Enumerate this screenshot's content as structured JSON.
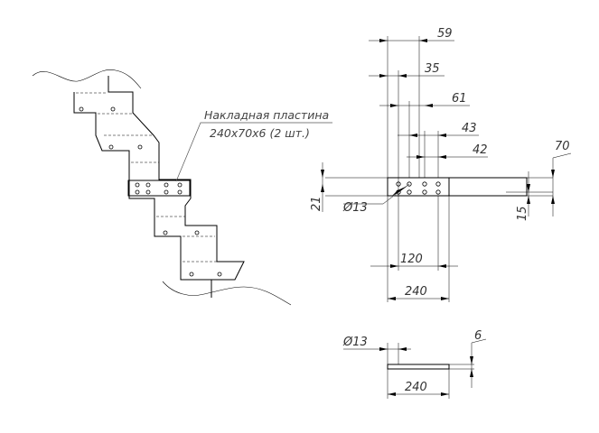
{
  "annotation": {
    "line1": "Накладная пластина",
    "line2": "240х70х6 (2 шт.)"
  },
  "front_view": {
    "dims": {
      "d59": "59",
      "d35": "35",
      "d61": "61",
      "d43": "43",
      "d42": "42",
      "d70": "70",
      "d21": "21",
      "d15": "15",
      "hole": "Ø13",
      "d120": "120",
      "d240": "240"
    }
  },
  "side_view": {
    "dims": {
      "hole": "Ø13",
      "thickness": "6",
      "length": "240"
    }
  }
}
